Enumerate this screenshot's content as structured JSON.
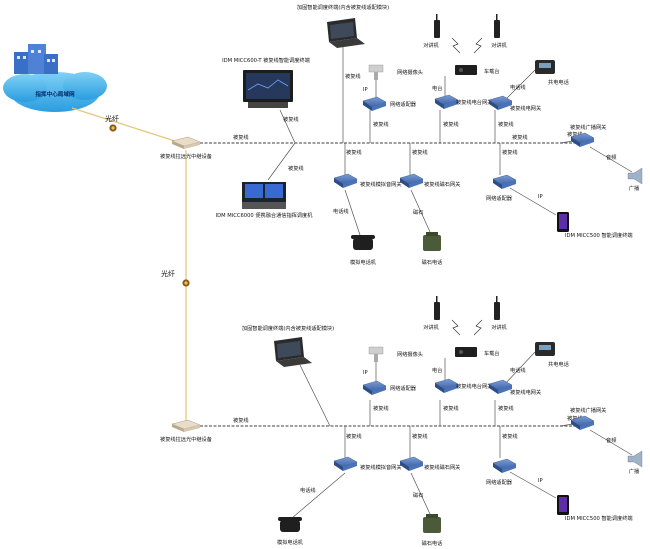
{
  "cloud": {
    "label": "指挥中心局域网"
  },
  "fiber_label": "光纤",
  "repeater": {
    "label": "被复线拉远光中继设备"
  },
  "bus_label": "被复线",
  "section1": {
    "laptop": {
      "label": "加固智能调度终端(内含被复线适配模块)"
    },
    "rugged": {
      "label": "IDM MICC600-T 被复线智能调度终端"
    },
    "console": {
      "label": "IDM MICC6000 便携融合通信指挥调度机"
    },
    "camera": {
      "label": "网络摄像头"
    },
    "ip_adapter": {
      "label": "网络适配器",
      "link": "IP"
    },
    "radio1": {
      "label": "对讲机"
    },
    "radio2": {
      "label": "对讲机"
    },
    "car_radio": {
      "label": "车载台"
    },
    "radio_gw": {
      "label": "被复线电台网关",
      "link": "电台"
    },
    "phone_gw": {
      "label": "被复线电网关",
      "link": "电话线"
    },
    "ip_phone": {
      "label": "共电电话"
    },
    "bcast_gw": {
      "label": "被复线广播网关"
    },
    "speaker": {
      "label": "广播",
      "link": "音频"
    },
    "analog_gw": {
      "label": "被复线模拟音网关",
      "link": "电话线"
    },
    "analog_phone": {
      "label": "模拟电话机"
    },
    "mag_gw": {
      "label": "被复线磁石网关",
      "link": "磁石"
    },
    "mag_phone": {
      "label": "磁石电话"
    },
    "net_adapter": {
      "label": "网络适配器",
      "link": "IP"
    },
    "micc500": {
      "label": "IDM MICC500 智能调度终端"
    }
  },
  "section2": {
    "laptop": {
      "label": "加固智能调度终端(内含被复线适配模块)"
    },
    "camera": {
      "label": "网络摄像头"
    },
    "ip_adapter": {
      "label": "网络适配器",
      "link": "IP"
    },
    "radio1": {
      "label": "对讲机"
    },
    "radio2": {
      "label": "对讲机"
    },
    "car_radio": {
      "label": "车载台"
    },
    "radio_gw": {
      "label": "被复线电台网关",
      "link": "电台"
    },
    "phone_gw": {
      "label": "被复线电网关",
      "link": "电话线"
    },
    "ip_phone": {
      "label": "共电电话"
    },
    "bcast_gw": {
      "label": "被复线广播网关"
    },
    "speaker": {
      "label": "广播",
      "link": "音频"
    },
    "analog_gw": {
      "label": "被复线模拟音网关",
      "link": "电话线"
    },
    "analog_phone": {
      "label": "模拟电话机"
    },
    "mag_gw": {
      "label": "被复线磁石网关",
      "link": "磁石"
    },
    "mag_phone": {
      "label": "磁石电话"
    },
    "net_adapter": {
      "label": "网络适配器",
      "link": "IP"
    },
    "micc500": {
      "label": "IDM MICC500 智能调度终端"
    }
  },
  "colors": {
    "cloud": "#3fb0ea",
    "building": "#3a6fc6",
    "fiber": "#e3c97a",
    "gateway": "#3f66a8"
  }
}
